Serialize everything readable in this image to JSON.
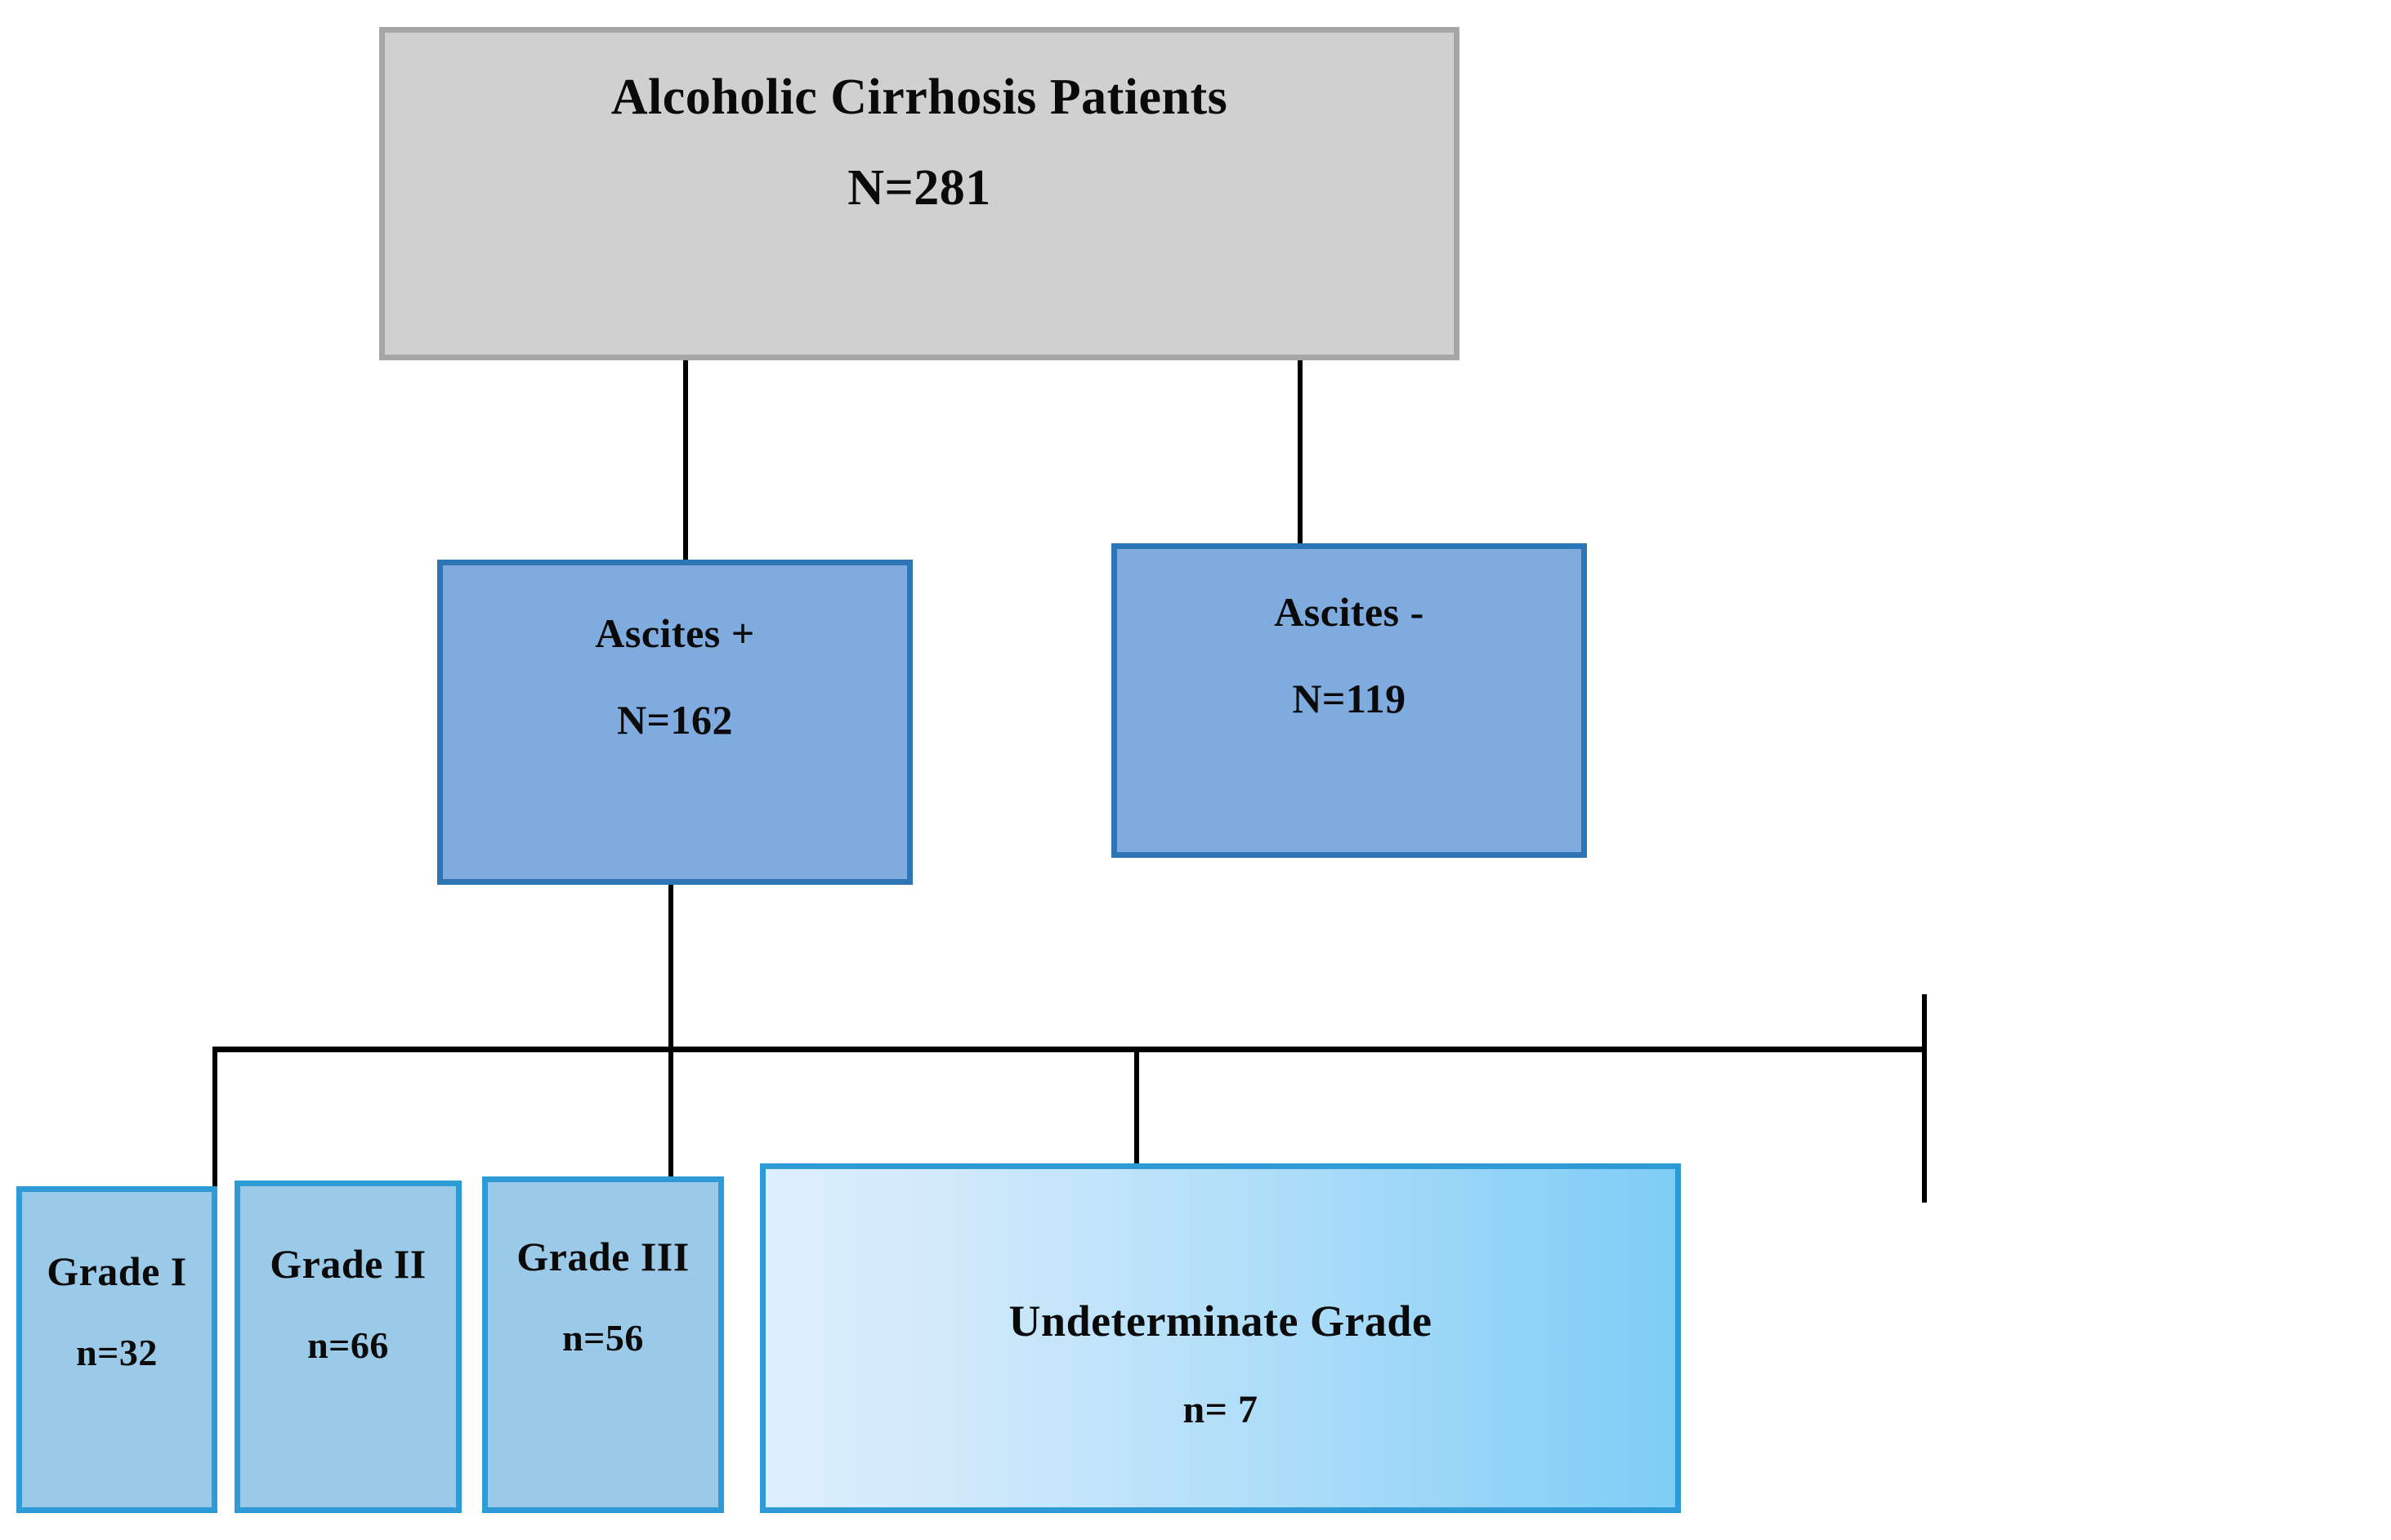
{
  "diagram": {
    "type": "flowchart",
    "title": "Patient enrollment flow chart",
    "colors": {
      "root_fill": "#d0d0d0",
      "root_border": "#a6a6a6",
      "level2_fill": "#7fabde",
      "level2_border": "#2e75b6",
      "level3_fill": "#9bc9e8",
      "level3_border": "#2e9bd6",
      "gradient_start": "#ddeffc",
      "gradient_end": "#7ecdf7",
      "connector": "#000000",
      "background": "#ffffff"
    },
    "nodes": {
      "root": {
        "label": "Alcoholic Cirrhosis Patients",
        "count": "N=281"
      },
      "ascites_positive": {
        "label": "Ascites +",
        "count": "N=162"
      },
      "ascites_negative": {
        "label": "Ascites -",
        "count": "N=119"
      },
      "grades": [
        {
          "label": "Grade I",
          "count": "n=32"
        },
        {
          "label": "Grade II",
          "count": "n=66"
        },
        {
          "label": "Grade III",
          "count": "n=56"
        },
        {
          "label": "Undeterminate Grade",
          "count": "n= 7"
        }
      ]
    }
  },
  "chart_data": {
    "type": "table",
    "title": "Alcoholic Cirrhosis Patients",
    "categories": [
      "Ascites +",
      "Ascites -",
      "Grade I",
      "Grade II",
      "Grade III",
      "Undeterminate Grade"
    ],
    "values": [
      162,
      119,
      32,
      66,
      56,
      7
    ],
    "total": 281
  }
}
